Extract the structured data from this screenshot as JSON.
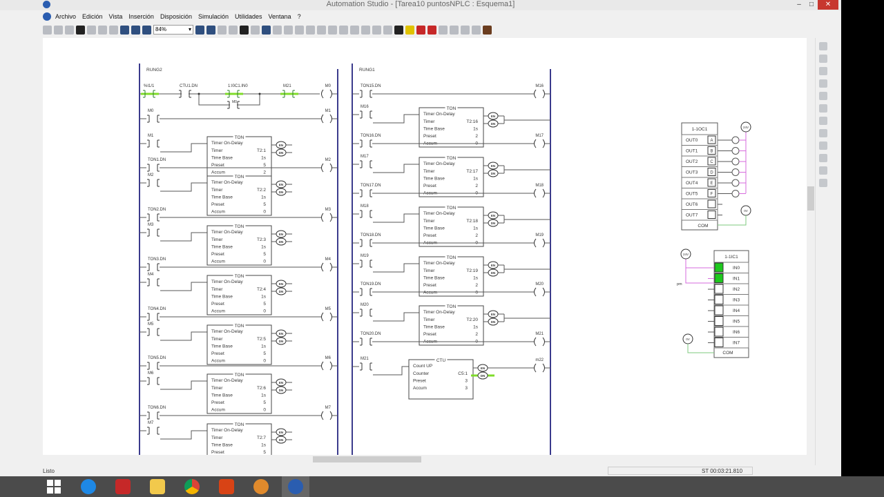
{
  "window": {
    "title": "Automation Studio - [Tarea10 puntosNPLC : Esquema1]",
    "minimize": "–",
    "maximize": "□",
    "close": "✕"
  },
  "menu": [
    "Archivo",
    "Edición",
    "Vista",
    "Inserción",
    "Disposición",
    "Simulación",
    "Utilidades",
    "Ventana",
    "?"
  ],
  "toolbar": {
    "zoom_value": "84%"
  },
  "colors": {
    "rail": "#3a3a8c",
    "active": "#7fdc2a",
    "wire": "#555555",
    "pink": "#d66adc",
    "green_wire": "#7dc97d",
    "led_on": "#1ec81e"
  },
  "left_ladder": {
    "title": "RUNG2",
    "first_rung": {
      "contacts": [
        {
          "label": "%I1/1",
          "active": true
        },
        {
          "label": "CTU1.DN",
          "active": false
        },
        {
          "label": "1:I0C1.IN0",
          "active": true
        },
        {
          "label": "M21",
          "active": true
        }
      ],
      "branch_contact": "M0",
      "coil": "M0"
    },
    "rungs": [
      {
        "contact": "M0",
        "coil": "M1"
      },
      {
        "contact": "M1",
        "timer": {
          "title": "TON",
          "type": "Timer On-Delay",
          "timer": "T2:1",
          "time_base": "1s",
          "preset": "5",
          "accum": "2"
        }
      },
      {
        "contact": "TON1.DN",
        "coil": "M2"
      },
      {
        "contact": "M2",
        "timer": {
          "title": "TON",
          "type": "Timer On-Delay",
          "timer": "T2:2",
          "time_base": "1s",
          "preset": "5",
          "accum": "0"
        }
      },
      {
        "contact": "TON2.DN",
        "coil": "M3"
      },
      {
        "contact": "M3",
        "timer": {
          "title": "TON",
          "type": "Timer On-Delay",
          "timer": "T2:3",
          "time_base": "1s",
          "preset": "5",
          "accum": "0"
        }
      },
      {
        "contact": "TON3.DN",
        "coil": "M4"
      },
      {
        "contact": "M4",
        "timer": {
          "title": "TON",
          "type": "Timer On-Delay",
          "timer": "T2:4",
          "time_base": "1s",
          "preset": "5",
          "accum": "0"
        }
      },
      {
        "contact": "TON4.DN",
        "coil": "M5"
      },
      {
        "contact": "M5",
        "timer": {
          "title": "TON",
          "type": "Timer On-Delay",
          "timer": "T2:5",
          "time_base": "1s",
          "preset": "5",
          "accum": "0"
        }
      },
      {
        "contact": "TON5.DN",
        "coil": "M6"
      },
      {
        "contact": "M6",
        "timer": {
          "title": "TON",
          "type": "Timer On-Delay",
          "timer": "T2:6",
          "time_base": "1s",
          "preset": "5",
          "accum": "0"
        }
      },
      {
        "contact": "TON6.DN",
        "coil": "M7"
      },
      {
        "contact": "M7",
        "timer": {
          "title": "TON",
          "type": "Timer On-Delay",
          "timer": "T2:7",
          "time_base": "1s",
          "preset": "5",
          "accum": ""
        }
      }
    ]
  },
  "right_ladder": {
    "title": "RUNG1",
    "rungs": [
      {
        "contact": "TON15.DN",
        "coil": "M16"
      },
      {
        "contact": "M16",
        "timer": {
          "title": "TON",
          "type": "Timer On-Delay",
          "timer": "T2:16",
          "time_base": "1s",
          "preset": "2",
          "accum": "0"
        }
      },
      {
        "contact": "TON16.DN",
        "coil": "M17"
      },
      {
        "contact": "M17",
        "timer": {
          "title": "TON",
          "type": "Timer On-Delay",
          "timer": "T2:17",
          "time_base": "1s",
          "preset": "2",
          "accum": "0"
        }
      },
      {
        "contact": "TON17.DN",
        "coil": "M18"
      },
      {
        "contact": "M18",
        "timer": {
          "title": "TON",
          "type": "Timer On-Delay",
          "timer": "T2:18",
          "time_base": "1s",
          "preset": "2",
          "accum": "0"
        }
      },
      {
        "contact": "TON18.DN",
        "coil": "M19"
      },
      {
        "contact": "M19",
        "timer": {
          "title": "TON",
          "type": "Timer On-Delay",
          "timer": "T2:19",
          "time_base": "1s",
          "preset": "2",
          "accum": "0"
        }
      },
      {
        "contact": "TON19.DN",
        "coil": "M20"
      },
      {
        "contact": "M20",
        "timer": {
          "title": "TON",
          "type": "Timer On-Delay",
          "timer": "T2:20",
          "time_base": "1s",
          "preset": "2",
          "accum": "0"
        }
      },
      {
        "contact": "TON20.DN",
        "coil": "M21"
      },
      {
        "contact": "M21",
        "counter": {
          "title": "CTU",
          "type": "Count UP",
          "counter": "C5:1",
          "preset": "3",
          "accum": "3"
        },
        "coil": "m22"
      }
    ]
  },
  "output_module": {
    "title": "1-1OC1",
    "outputs": [
      {
        "name": "OUT0",
        "tag": "A"
      },
      {
        "name": "OUT1",
        "tag": "B"
      },
      {
        "name": "OUT2",
        "tag": "C"
      },
      {
        "name": "OUT3",
        "tag": "D"
      },
      {
        "name": "OUT4",
        "tag": "E"
      },
      {
        "name": "OUT5",
        "tag": "F"
      },
      {
        "name": "OUT6",
        "tag": ""
      },
      {
        "name": "OUT7",
        "tag": ""
      }
    ],
    "com": "COM",
    "supply": "24V",
    "ground": "0V"
  },
  "input_module": {
    "title": "1-1IC1",
    "inputs": [
      {
        "name": "IN0",
        "on": true
      },
      {
        "name": "IN1",
        "on": true
      },
      {
        "name": "IN2",
        "on": false
      },
      {
        "name": "IN3",
        "on": false
      },
      {
        "name": "IN4",
        "on": false
      },
      {
        "name": "IN5",
        "on": false
      },
      {
        "name": "IN6",
        "on": false
      },
      {
        "name": "IN7",
        "on": false
      }
    ],
    "com": "COM",
    "supply": "24V",
    "ground": "0V",
    "pm_label": "pm"
  },
  "status": {
    "left": "Listo",
    "time": "ST 00:03:21.810"
  },
  "taskbar": [
    "start",
    "internet-explorer",
    "swf-app",
    "file-explorer",
    "chrome",
    "office-app",
    "hand-app",
    "automation-studio"
  ]
}
